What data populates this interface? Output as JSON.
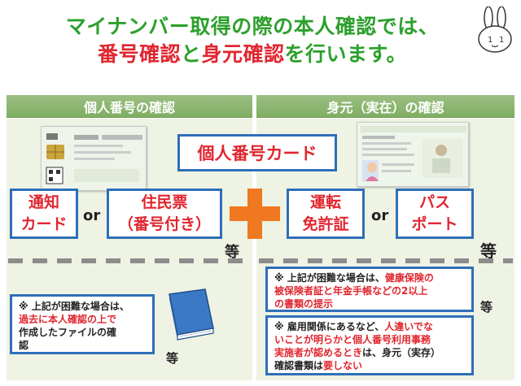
{
  "title": {
    "line1": "マイナンバー取得の際の本人確認では、",
    "line2_red1": "番号確認",
    "line2_mid": "と",
    "line2_red2": "身元確認",
    "line2_end": "を行います。"
  },
  "headers": {
    "left": "個人番号の確認",
    "right": "身元（実在）の確認"
  },
  "center_doc": "個人番号カード",
  "left_docs": {
    "notice_card_line1": "通知",
    "notice_card_line2": "カード",
    "or": "or",
    "resident_line1": "住民票",
    "resident_line2": "（番号付き）",
    "etc": "等"
  },
  "right_docs": {
    "license_line1": "運転",
    "license_line2": "免許証",
    "or": "or",
    "passport_line1": "パス",
    "passport_line2": "ポート",
    "etc": "等"
  },
  "left_note": {
    "prefix": "※ 上記が困難な場合は、",
    "red": "過去に本人確認の上で",
    "rest1": "作成したファイルの確",
    "rest2": "認",
    "etc": "等"
  },
  "right_note1": {
    "prefix": "※ 上記が困難な場合は、",
    "red1": "健康保険の",
    "red2": "被保険者証と年金手帳などの2以上",
    "red3": "の書類の提示",
    "etc": "等"
  },
  "right_note2": {
    "prefix": "※ 雇用関係にあるなど、",
    "red1": "人違いでな",
    "red2": "いことが明らかと個人番号利用事務",
    "red3": "実施者が認めるとき",
    "mid": "は、身元（実存）",
    "line4_a": "確認書類は",
    "line4_red": "要しない"
  },
  "colors": {
    "title_green": "#2ca02c",
    "accent_red": "#e0262f",
    "box_blue": "#2e6fb8",
    "header_green": "#8ab46f",
    "plus_orange": "#f07820"
  }
}
